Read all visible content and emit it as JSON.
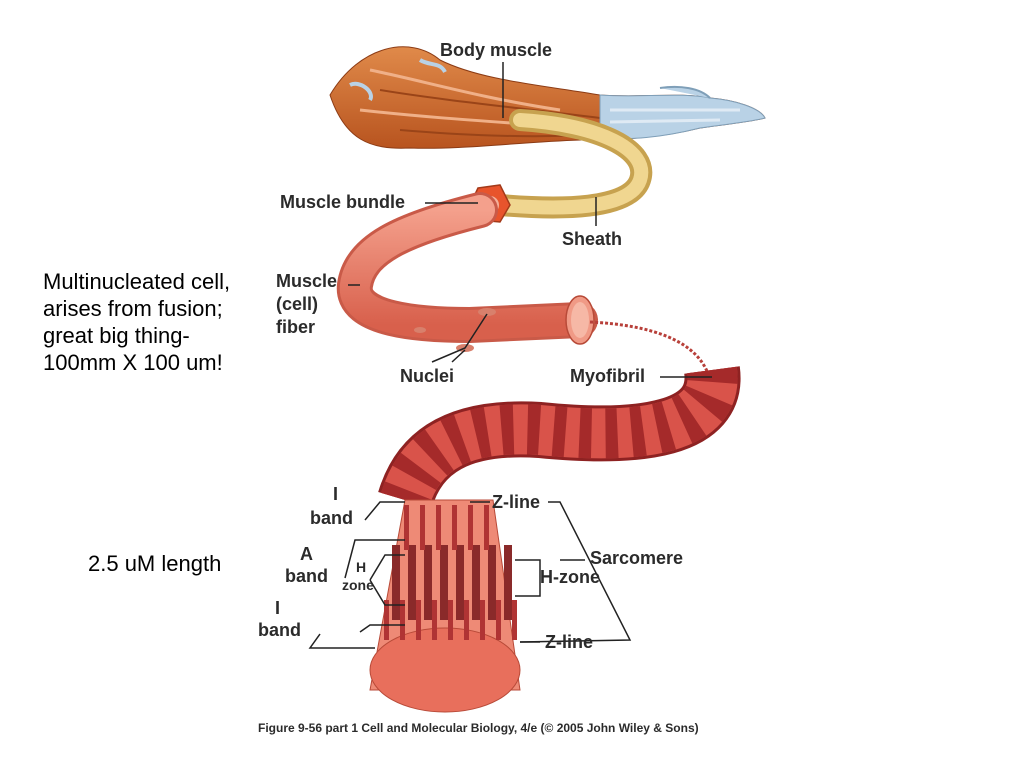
{
  "slide": {
    "note_fiber": "Multinucleated cell, arises from fusion; great big thing- 100mm X 100 um!",
    "note_sarcomere": "2.5 uM length"
  },
  "figure": {
    "labels": {
      "body_muscle": "Body muscle",
      "muscle_bundle": "Muscle bundle",
      "sheath": "Sheath",
      "fiber_line1": "Muscle",
      "fiber_line2": "(cell)",
      "fiber_line3": "fiber",
      "nuclei": "Nuclei",
      "myofibril": "Myofibril",
      "i_band_top_1": "I",
      "i_band_top_2": "band",
      "a_band_1": "A",
      "a_band_2": "band",
      "h_zone_left_1": "H",
      "h_zone_left_2": "zone",
      "i_band_bottom_1": "I",
      "i_band_bottom_2": "band",
      "z_line_top": "Z-line",
      "sarcomere": "Sarcomere",
      "h_zone_right": "H-zone",
      "z_line_bottom": "Z-line"
    },
    "caption": "Figure 9-56 part 1  Cell and Molecular Biology, 4/e (© 2005 John Wiley & Sons)"
  },
  "colors": {
    "muscle": "#c8602e",
    "tendon": "#b9d2e6",
    "sheath": "#e3c676",
    "fiber": "#e8826c",
    "myofibril_dark": "#b02c2c",
    "myofibril_light": "#e46a5c",
    "filament": "#8a2a2a"
  }
}
